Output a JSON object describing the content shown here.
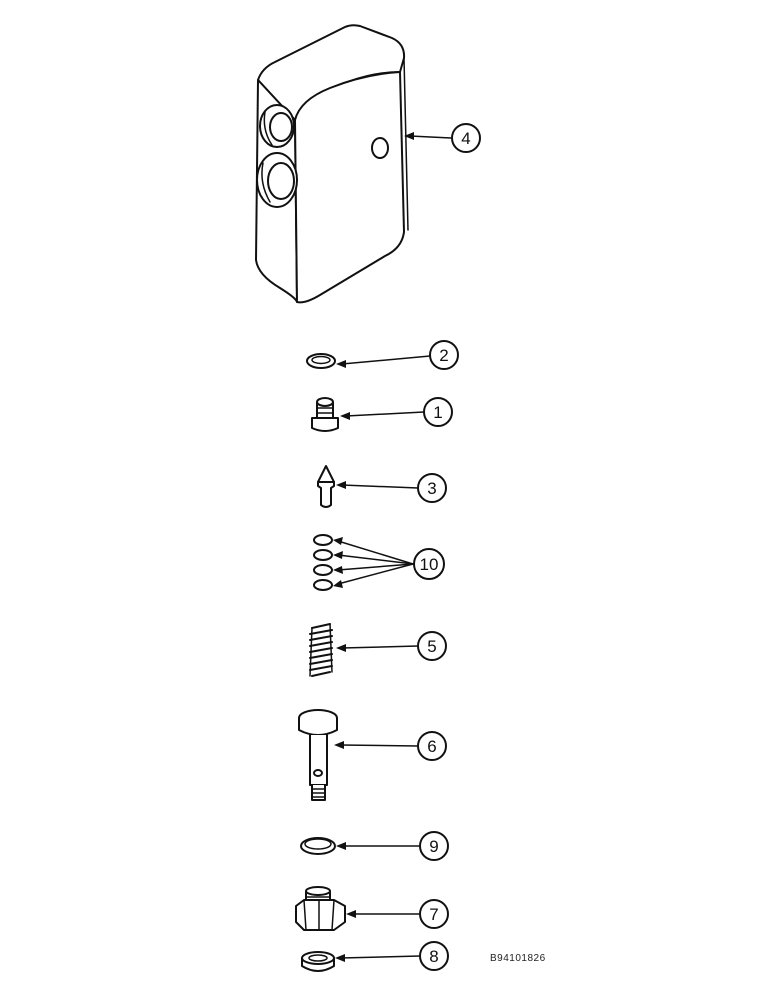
{
  "figure_id": "B94101826",
  "callouts": [
    {
      "label": "4"
    },
    {
      "label": "2"
    },
    {
      "label": "1"
    },
    {
      "label": "3"
    },
    {
      "label": "10"
    },
    {
      "label": "5"
    },
    {
      "label": "6"
    },
    {
      "label": "9"
    },
    {
      "label": "7"
    },
    {
      "label": "8"
    }
  ],
  "colors": {
    "ink": "#111111",
    "paper": "#ffffff"
  }
}
